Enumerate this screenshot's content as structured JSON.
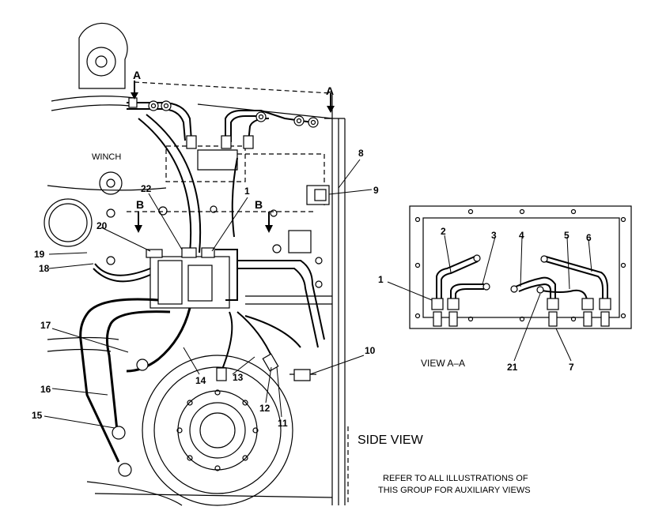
{
  "callouts": {
    "c1": "1",
    "c2": "2",
    "c3": "3",
    "c4": "4",
    "c5": "5",
    "c6": "6",
    "c7": "7",
    "c8": "8",
    "c9": "9",
    "c10": "10",
    "c11": "11",
    "c12": "12",
    "c13": "13",
    "c14": "14",
    "c15": "15",
    "c16": "16",
    "c17": "17",
    "c18": "18",
    "c19": "19",
    "c20": "20",
    "c21": "21",
    "c22": "22"
  },
  "section_markers": {
    "a_left": "A",
    "a_right": "A",
    "b_left": "B",
    "b_right": "B"
  },
  "labels": {
    "winch": "WINCH",
    "view_aa": "VIEW A–A",
    "side_view": "SIDE VIEW",
    "refer_line1": "REFER TO ALL ILLUSTRATIONS OF",
    "refer_line2": "THIS GROUP FOR AUXILIARY VIEWS"
  }
}
